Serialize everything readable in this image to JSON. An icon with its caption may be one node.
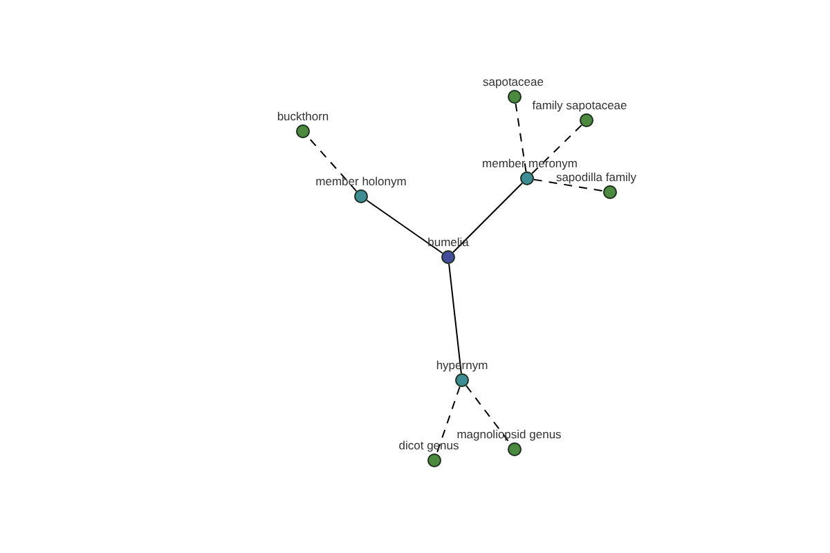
{
  "diagram": {
    "nodes": [
      {
        "text": [
          "bumelia"
        ]
      },
      {
        "text": [
          "member holonym"
        ]
      },
      {
        "text": [
          "buckthorn"
        ]
      },
      {
        "text": [
          "member meronym"
        ]
      },
      {
        "text": [
          "sapotaceae"
        ]
      },
      {
        "text": [
          "family sapotaceae"
        ]
      },
      {
        "text": [
          "sapodilla family"
        ]
      },
      {
        "text": [
          "hypernym"
        ]
      },
      {
        "text": [
          "dicot genus"
        ]
      },
      {
        "text": [
          "magnoliopsid genus"
        ]
      }
    ],
    "edges": [
      {
        "from": 0,
        "to": 1,
        "arrow": "none"
      },
      {
        "from": 0,
        "to": 3,
        "arrow": "none"
      },
      {
        "from": 0,
        "to": 7,
        "arrow": "none"
      },
      {
        "from": 1,
        "to": 2,
        "arrow": "none",
        "style": "dashed"
      },
      {
        "from": 3,
        "to": 4,
        "arrow": "none",
        "style": "dashed"
      },
      {
        "from": 3,
        "to": 5,
        "arrow": "none",
        "style": "dashed"
      },
      {
        "from": 3,
        "to": 6,
        "arrow": "none",
        "style": "dashed"
      },
      {
        "from": 7,
        "to": 8,
        "arrow": "none",
        "style": "dashed"
      },
      {
        "from": 7,
        "to": 9,
        "arrow": "none",
        "style": "dashed"
      }
    ]
  }
}
